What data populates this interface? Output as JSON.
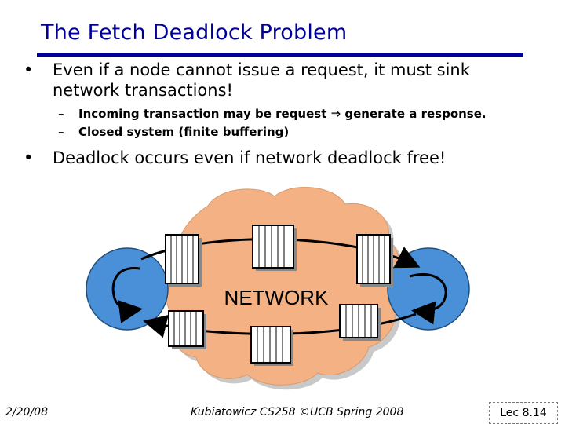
{
  "slide": {
    "title": "The Fetch Deadlock Problem",
    "bullets": [
      {
        "text": "Even if a node cannot issue a request, it must sink network transactions!"
      },
      {
        "text": "Deadlock occurs even if network deadlock free!"
      }
    ],
    "subbullets": [
      "Incoming transaction may be request ⇒ generate a response.",
      "Closed system (finite buffering)"
    ]
  },
  "diagram": {
    "network_label": "NETWORK",
    "colors": {
      "cloud": "#f4b183",
      "node": "#4a90d9",
      "queue": "#ffffff"
    }
  },
  "footer": {
    "date": "2/20/08",
    "course": "Kubiatowicz CS258 ©UCB Spring 2008",
    "page": "Lec 8.14"
  }
}
